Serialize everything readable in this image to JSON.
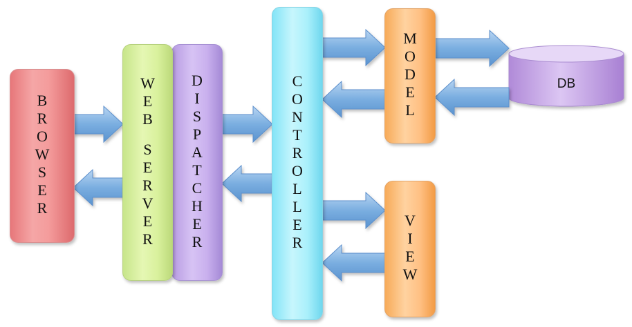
{
  "boxes": {
    "browser": "BROWSER",
    "web_server": [
      "WEB",
      "SERVER"
    ],
    "dispatcher": "DISPATCHER",
    "controller": "CONTROLLER",
    "model": "MODEL",
    "view": "VIEW",
    "db": "DB"
  },
  "colors": {
    "browser": "#f49c9c",
    "web_server": "#d9f19d",
    "dispatcher": "#c9b0ee",
    "controller": "#aaf0fb",
    "model_view": "#ffc083",
    "db": "#c9a6e8",
    "arrow": "#7aaee0"
  }
}
